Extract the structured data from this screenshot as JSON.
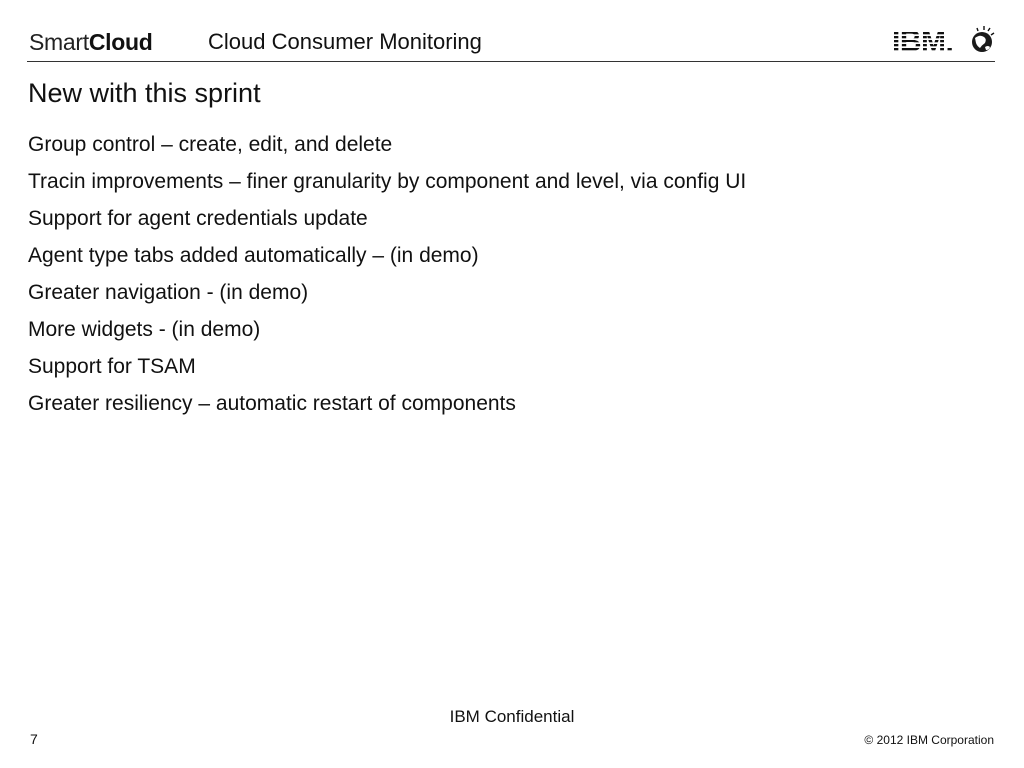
{
  "header": {
    "logo_smart": "Smart",
    "logo_cloud": "Cloud",
    "title": "Cloud Consumer Monitoring",
    "brand_logo": "IBM."
  },
  "slide": {
    "title": "New with this sprint",
    "bullets": [
      "Group control – create, edit, and delete",
      "Tracin improvements – finer granularity by component and level, via config UI",
      "Support for agent credentials update",
      "Agent type tabs added automatically – (in demo)",
      "Greater navigation - (in demo)",
      "More widgets - (in demo)",
      "Support for TSAM",
      "Greater resiliency – automatic restart of components"
    ]
  },
  "footer": {
    "confidential": "IBM Confidential",
    "page_number": "7",
    "copyright": "© 2012 IBM Corporation"
  },
  "icons": {
    "brand": "ibm-logo-icon",
    "globe": "globe-icon"
  }
}
